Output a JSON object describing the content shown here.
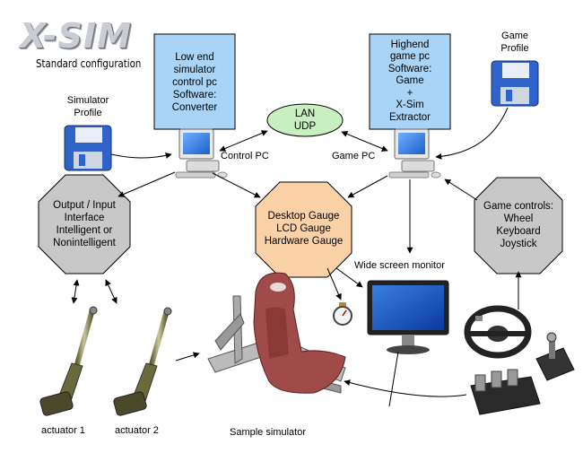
{
  "logo": {
    "text": "X-SIM",
    "subtitle": "Standard configuration"
  },
  "boxes": {
    "control_pc_info": [
      "Low end",
      "simulator",
      "control pc",
      "Software:",
      "Converter"
    ],
    "game_pc_info": [
      "Highend",
      "game pc",
      "Software:",
      "Game",
      "+",
      "X-Sim",
      "Extractor"
    ],
    "lan": [
      "LAN",
      "UDP"
    ],
    "interface": [
      "Output / Input",
      "Interface",
      "Intelligent or",
      "Nonintelligent"
    ],
    "gauges": [
      "Desktop Gauge",
      "LCD Gauge",
      "Hardware Gauge"
    ],
    "game_controls": [
      "Game controls:",
      "Wheel",
      "Keyboard",
      "Joystick"
    ]
  },
  "labels": {
    "simulator_profile": [
      "Simulator",
      "Profile"
    ],
    "game_profile": [
      "Game",
      "Profile"
    ],
    "control_pc": "Control PC",
    "game_pc": "Game PC",
    "monitor": "Wide screen monitor",
    "actuator1": "actuator 1",
    "actuator2": "actuator 2",
    "simulator": "Sample simulator"
  },
  "colors": {
    "info_box": "#a9d4f5",
    "lan": "#c8f0c0",
    "octagon": "#c8c8c8",
    "gauge_octagon": "#fbd2a8",
    "floppy": "#2f63c9",
    "seat": "#a04a4a"
  }
}
